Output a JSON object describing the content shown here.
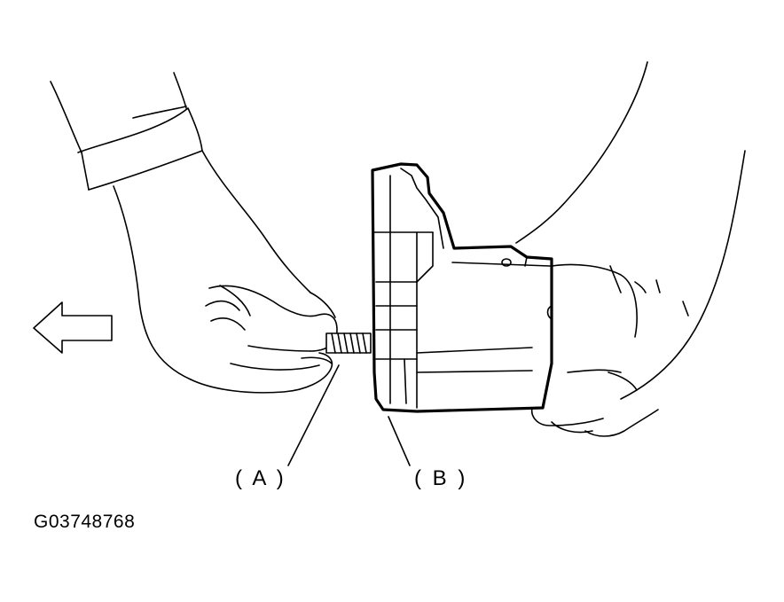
{
  "callouts": {
    "a": "( A )",
    "b": "( B )"
  },
  "reference_code": "G03748768",
  "colors": {
    "line": "#000000",
    "background": "#ffffff"
  }
}
